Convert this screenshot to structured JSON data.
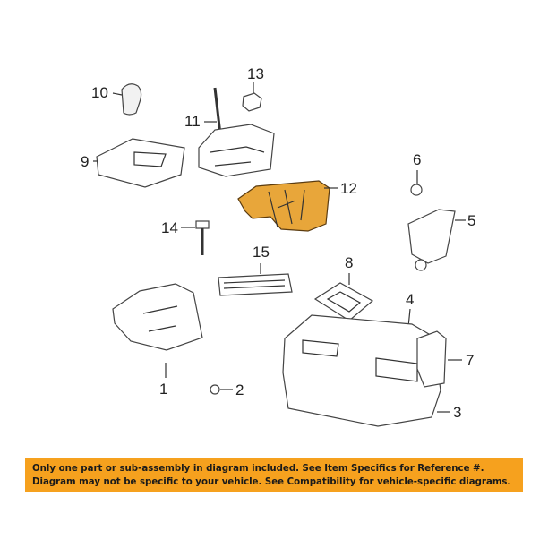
{
  "diagram": {
    "callouts": [
      "1",
      "2",
      "3",
      "4",
      "5",
      "6",
      "7",
      "8",
      "9",
      "10",
      "11",
      "12",
      "13",
      "14",
      "15"
    ],
    "highlighted_part": "12",
    "highlight_color": "#e8a63a"
  },
  "banner": {
    "line1": "Only one part or sub-assembly in diagram included. See Item Specifics for Reference #.",
    "line2": "Diagram may not be specific to your vehicle. See Compatibility for vehicle-specific diagrams.",
    "color": "#f6a11e"
  }
}
